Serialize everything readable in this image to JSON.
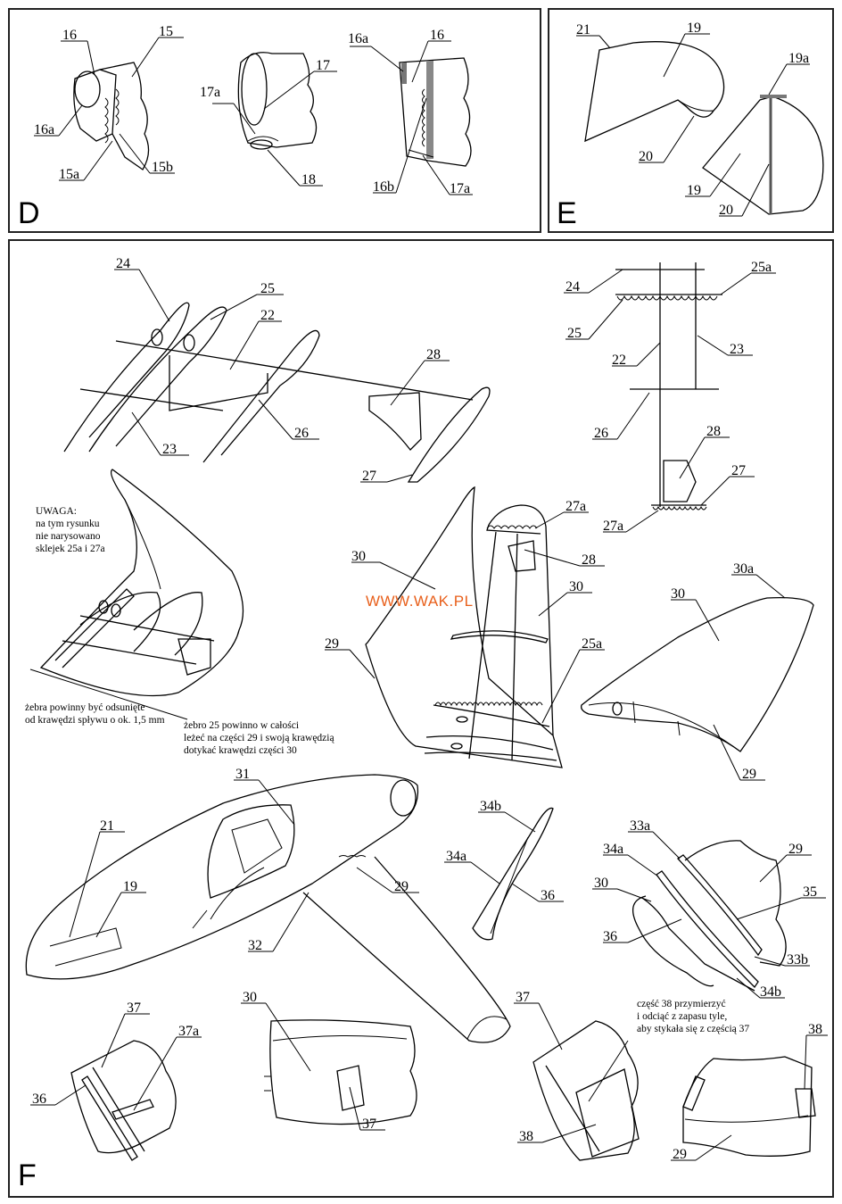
{
  "panels": {
    "d": {
      "letter": "D"
    },
    "e": {
      "letter": "E"
    },
    "f": {
      "letter": "F"
    }
  },
  "watermark": "WWW.WAK.PL",
  "notes": {
    "uwaga": [
      "UWAGA:",
      "na tym rysunku",
      "nie narysowano",
      "sklejek 25a i 27a"
    ],
    "ribs": [
      "żebra powinny być odsunięte",
      "od krawędzi spływu o ok. 1,5 mm"
    ],
    "rib25": [
      "żebro 25 powinno w całości",
      "leżeć na części 29 i swoją krawędzią",
      "dotykać krawędzi części 30"
    ],
    "part38": [
      "część 38 przymierzyć",
      "i odciąć z zapasu tyle,",
      "aby stykała się z częścią 37"
    ]
  },
  "labels": {
    "d_16": "16",
    "d_15": "15",
    "d_16a": "16a",
    "d_15a": "15a",
    "d_15b": "15b",
    "d_17": "17",
    "d_17a": "17a",
    "d_18": "18",
    "d2_16a": "16a",
    "d2_16": "16",
    "d2_16b": "16b",
    "d2_17a": "17a",
    "e_21": "21",
    "e_19": "19",
    "e_20": "20",
    "e_19a": "19a",
    "e2_19": "19",
    "e2_20": "20",
    "f_24": "24",
    "f_25": "25",
    "f_22": "22",
    "f_28": "28",
    "f_23": "23",
    "f_26": "26",
    "f_27": "27",
    "r_24": "24",
    "r_25a": "25a",
    "r_25": "25",
    "r_22": "22",
    "r_23": "23",
    "r_26": "26",
    "r_28": "28",
    "r_27": "27",
    "r_27a": "27a",
    "m_27a": "27a",
    "m_30": "30",
    "m_28": "28",
    "m_30b": "30",
    "m_29": "29",
    "m_25a": "25a",
    "w_30a": "30a",
    "w_30": "30",
    "w_29": "29",
    "p_31": "31",
    "p_21": "21",
    "p_19": "19",
    "p_29": "29",
    "p_32": "32",
    "s_34b": "34b",
    "s_34a": "34a",
    "s_36": "36",
    "t_33a": "33a",
    "t_34a": "34a",
    "t_29": "29",
    "t_30": "30",
    "t_35": "35",
    "t_36": "36",
    "t_33b": "33b",
    "t_34b": "34b",
    "b_37": "37",
    "b_37a": "37a",
    "b_36": "36",
    "b_30": "30",
    "b_37b": "37",
    "c_37": "37",
    "c_38": "38",
    "c_38b": "38",
    "c_29": "29"
  }
}
